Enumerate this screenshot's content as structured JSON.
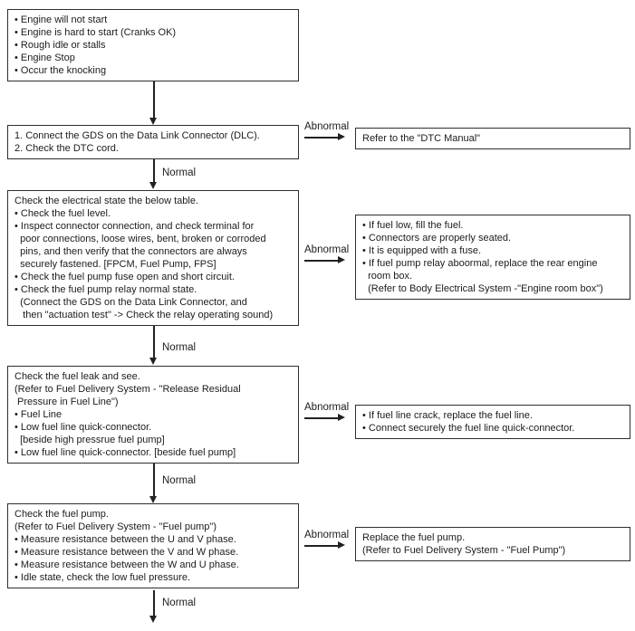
{
  "colors": {
    "background": "#ffffff",
    "box_border": "#2e2e2e",
    "text": "#1c1c1c",
    "connector": "#222222"
  },
  "flowchart": {
    "symptoms": "• Engine will not start\n• Engine is hard to start (Cranks OK)\n• Rough idle or stalls\n• Engine Stop\n• Occur the knocking",
    "steps": [
      {
        "main": "1. Connect the GDS on the Data Link Connector (DLC).\n2. Check the DTC cord.",
        "branch_label": "Abnormal",
        "result": "Refer to the \"DTC Manual\"",
        "down_label": "Normal"
      },
      {
        "main": "Check the electrical state the below table.\n• Check the fuel level.\n• Inspect connector connection, and check terminal for\n  poor connections, loose wires, bent, broken or corroded\n  pins, and then verify that the connectors are always\n  securely fastened. [FPCM, Fuel Pump, FPS]\n• Check the fuel pump fuse open and short circuit.\n• Check the fuel pump relay normal state.\n  (Connect the GDS on the Data Link Connector, and\n   then \"actuation test\" -> Check the relay operating sound)",
        "branch_label": "Abnormal",
        "result": "• If fuel low, fill the fuel.\n• Connectors are properly seated.\n• It is equipped with a fuse.\n• If fuel pump relay aboormal, replace the rear engine\n  room box.\n  (Refer to Body Electrical System -\"Engine room box\")",
        "down_label": "Normal"
      },
      {
        "main": "Check the fuel leak and see.\n(Refer to Fuel Delivery System - \"Release Residual\n Pressure in Fuel Line\")\n• Fuel Line\n• Low fuel line quick-connector.\n  [beside high pressrue fuel pump]\n• Low fuel line quick-connector. [beside fuel pump]",
        "branch_label": "Abnormal",
        "result": "• If fuel line crack, replace the fuel line.\n• Connect securely the fuel line quick-connector.",
        "down_label": "Normal"
      },
      {
        "main": "Check the fuel pump.\n(Refer to Fuel Delivery System - \"Fuel pump\")\n• Measure resistance between the U and V phase.\n• Measure resistance between the V and W phase.\n• Measure resistance between the W and U phase.\n• Idle state, check the low fuel pressure.",
        "branch_label": "Abnormal",
        "result": "Replace the fuel pump.\n(Refer to Fuel Delivery System - \"Fuel Pump\")",
        "down_label": "Normal"
      }
    ]
  }
}
